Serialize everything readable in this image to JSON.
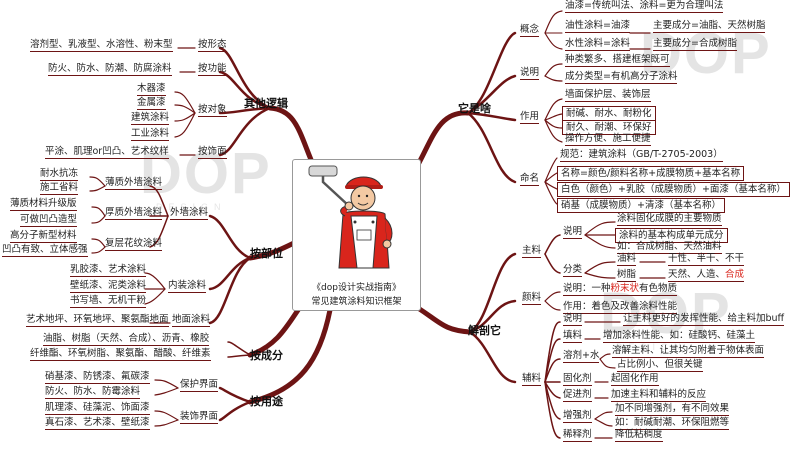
{
  "center": {
    "title": "《dop设计实战指南》",
    "subtitle": "常见建筑涂料知识框架",
    "icon": "painter-with-roller-icon"
  },
  "watermark": {
    "logo": "DOP",
    "sub": "DESIGN"
  },
  "colors": {
    "branch": "#6d1414",
    "highlight": "#d9251c"
  },
  "branches": {
    "what": {
      "label": "它是啥",
      "concept": {
        "label": "概念",
        "items": [
          "油漆=传统叫法、涂料=更为合理叫法",
          "油性涂料=油漆",
          "水性涂料=涂料"
        ],
        "oil_main": "主要成分=油脂、天然树脂",
        "water_main": "主要成分=合成树脂"
      },
      "explain": {
        "label": "说明",
        "items": [
          "种类繁多、搭建框架既可",
          "成分类型=有机高分子涂料"
        ]
      },
      "function": {
        "label": "作用",
        "items": [
          "墙面保护层、装饰层",
          "耐碱、耐水、耐粉化",
          "耐久、耐潮、环保好",
          "操作方便、施工便捷"
        ]
      },
      "naming": {
        "label": "命名",
        "items": [
          "规范：建筑涂料（GB/T-2705-2003）",
          "名称=颜色/颜料名称+成膜物质+基本名称",
          "白色（颜色）+乳胶（成膜物质）+面漆（基本名称）",
          "硝基（成膜物质）+清漆（基本名称）"
        ]
      }
    },
    "anatomy": {
      "label": "解剖它",
      "main_material": {
        "label": "主料",
        "explain_label": "说明",
        "explain_items": [
          "涂料固化成膜的主要物质",
          "涂料的基本构成单元成分",
          "如：合成树脂、天然油料"
        ],
        "class_label": "分类",
        "oil_label": "油料",
        "oil_types": "干性、半干、不干",
        "resin_label": "树脂",
        "resin_types_prefix": "天然、人造、",
        "resin_types_hl": "合成"
      },
      "pigment": {
        "label": "颜料",
        "explain_prefix": "说明：一种",
        "explain_hl": "粉末状",
        "explain_suffix": "有色物质",
        "role": "作用：着色及改善涂料性能"
      },
      "auxiliary": {
        "label": "辅料",
        "explain_label": "说明",
        "explain": "让主料更好的发挥性能、给主料加buff",
        "filler_label": "填料",
        "filler": "增加涂料性能、如：硅酸钙、硅藻土",
        "solvent_label": "溶剂+水",
        "solvent_items": [
          "溶解主料、让其均匀附着于物体表面",
          "占比例小、但很关键"
        ],
        "curing_label": "固化剂",
        "curing": "起固化作用",
        "promoter_label": "促进剂",
        "promoter": "加速主料和辅料的反应",
        "enhancer_label": "增强剂",
        "enhancer_items": [
          "加不同增强剂，有不同效果",
          "如：耐碱耐潮、环保阻燃等"
        ],
        "thinner_label": "稀释剂",
        "thinner": "降低粘稠度"
      }
    },
    "logic": {
      "label": "其他逻辑",
      "form": {
        "label": "按形态",
        "item": "溶剂型、乳液型、水溶性、粉末型"
      },
      "func": {
        "label": "按功能",
        "item": "防火、防水、防潮、防腐涂料"
      },
      "object": {
        "label": "按对象",
        "items": [
          "木器漆",
          "金属漆",
          "建筑涂料",
          "工业涂料"
        ]
      },
      "finish": {
        "label": "按饰面",
        "item": "平涂、肌理or凹凸、艺术纹样"
      }
    },
    "position": {
      "label": "按部位",
      "exterior": {
        "label": "外墙涂料",
        "thin": {
          "label": "薄质外墙涂料",
          "items": [
            "耐水抗冻",
            "施工省料"
          ]
        },
        "thick": {
          "label": "厚质外墙涂料",
          "items": [
            "薄质材料升级版",
            "可做凹凸造型"
          ]
        },
        "stone": {
          "label": "复层花纹涂料",
          "items": [
            "高分子新型材料",
            "凹凸有致、立体感强"
          ]
        }
      },
      "interior": {
        "label": "内装涂料",
        "items": [
          "乳胶漆、艺术涂料",
          "壁纸漆、泥类涂料",
          "书写墙、无机干粉"
        ]
      },
      "floor": {
        "label": "地面涂料",
        "item": "艺术地坪、环氧地坪、聚氨酯地面"
      }
    },
    "composition": {
      "label": "按成分",
      "items": [
        "油脂、树脂（天然、合成）、沥青、橡胶",
        "纤维酯、环氧树脂、聚氨酯、醋酸、纤维素"
      ]
    },
    "usage": {
      "label": "按用途",
      "protect": {
        "label": "保护界面",
        "items": [
          "硝基漆、防锈漆、氟碳漆",
          "防火、防水、防霉涂料"
        ]
      },
      "decor": {
        "label": "装饰界面",
        "items": [
          "肌理漆、硅藻泥、饰面漆",
          "真石漆、艺术漆、壁纸漆"
        ]
      }
    }
  }
}
